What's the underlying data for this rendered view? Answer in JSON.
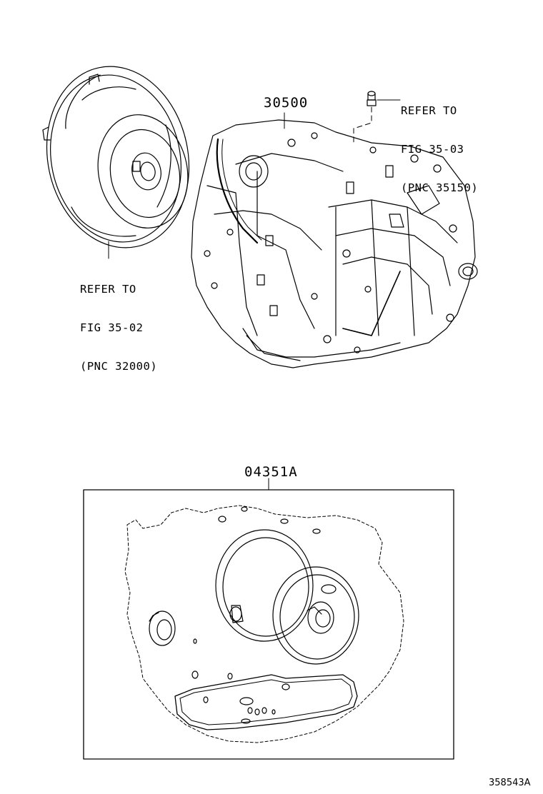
{
  "parts": {
    "transaxle_pnc": "30500",
    "gasket_kit_pnc": "04351A"
  },
  "references": {
    "oil_cooler": {
      "line1": "REFER TO",
      "line2": "FIG 35-03",
      "line3": "(PNC 35150)"
    },
    "torque_converter": {
      "line1": "REFER TO",
      "line2": "FIG 35-02",
      "line3": "(PNC 32000)"
    }
  },
  "illustration_code": "358543A",
  "colors": {
    "line": "#000000",
    "background": "#ffffff"
  }
}
